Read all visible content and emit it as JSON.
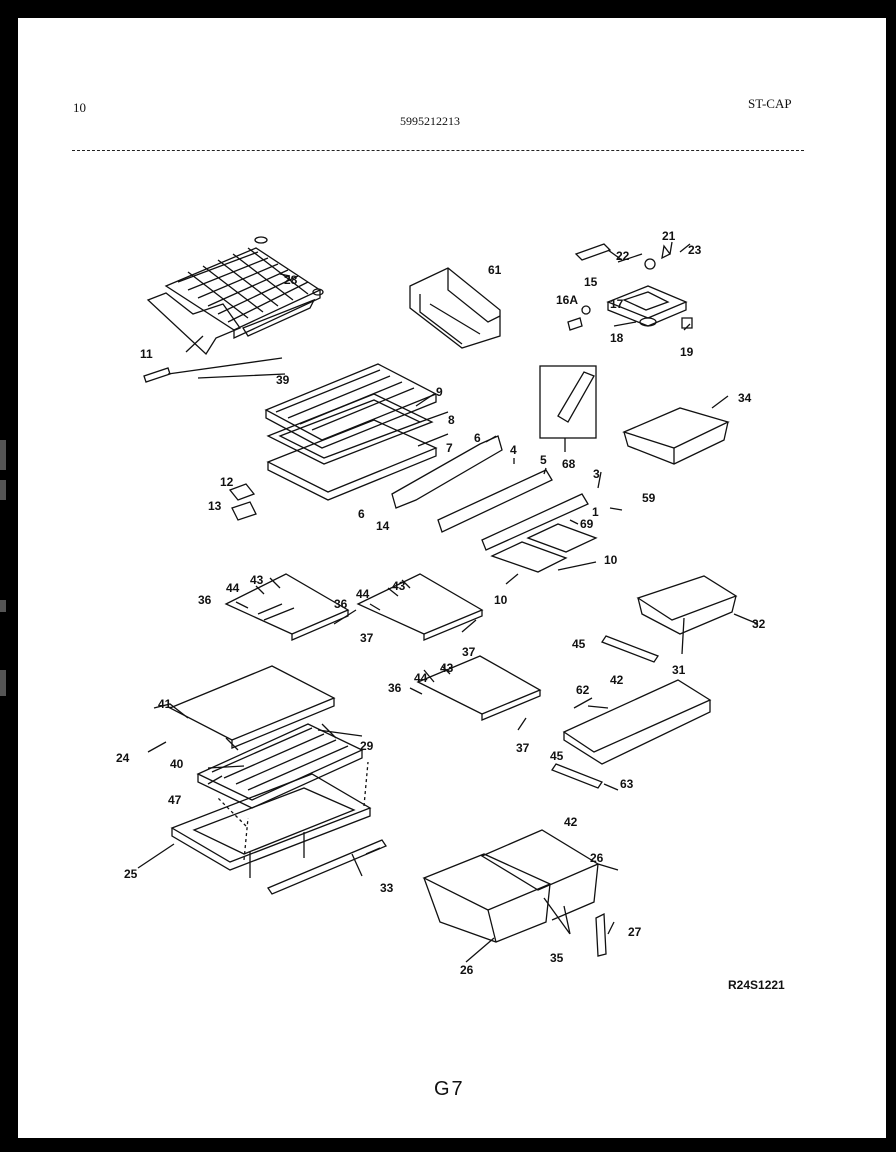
{
  "header": {
    "page_number": "10",
    "part_number": "5995212213",
    "model_code": "ST-CAP"
  },
  "diagram": {
    "labels": {
      "l3": "3",
      "l4": "4",
      "l5": "5",
      "l6": "6",
      "l6b": "6",
      "l7": "7",
      "l8": "8",
      "l9": "9",
      "l10a": "10",
      "l10b": "10",
      "l11": "11",
      "l12": "12",
      "l13": "13",
      "l14": "14",
      "l15": "15",
      "l16a": "16A",
      "l17": "17",
      "l18": "18",
      "l19": "19",
      "l21": "21",
      "l22": "22",
      "l23": "23",
      "l24": "24",
      "l25": "25",
      "l26a": "26",
      "l26b": "26",
      "l27": "27",
      "l28": "28",
      "l29": "29",
      "l31": "31",
      "l32": "32",
      "l33": "33",
      "l34": "34",
      "l35": "35",
      "l36a": "36",
      "l36b": "36",
      "l36c": "36",
      "l37a": "37",
      "l37b": "37",
      "l37c": "37",
      "l39": "39",
      "l40": "40",
      "l41": "41",
      "l42a": "42",
      "l42b": "42",
      "l43a": "43",
      "l43b": "43",
      "l43c": "43",
      "l44a": "44",
      "l44b": "44",
      "l44c": "44",
      "l45a": "45",
      "l45b": "45",
      "l47": "47",
      "l59": "59",
      "l61": "61",
      "l62": "62",
      "l63": "63",
      "l68": "68",
      "l69": "69",
      "l1": "1"
    }
  },
  "footer": {
    "reference": "R24S1221",
    "page_code": "G7"
  }
}
